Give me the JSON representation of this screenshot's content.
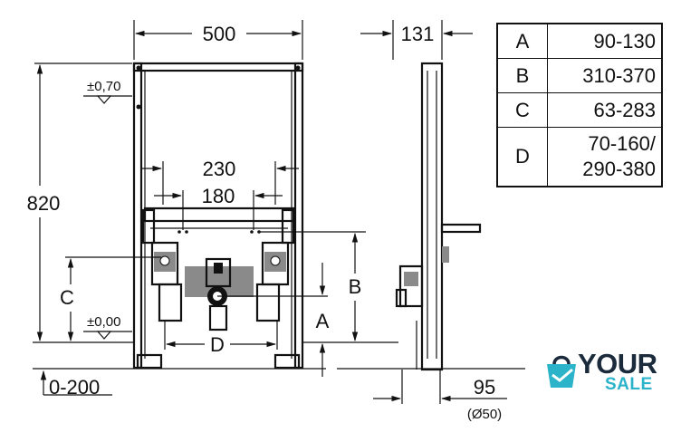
{
  "dimensions": {
    "width_total": "500",
    "depth": "131",
    "height": "820",
    "inner_230": "230",
    "inner_180": "180",
    "level_top": "±0,70",
    "level_bottom": "±0,00",
    "label_a": "A",
    "label_b": "B",
    "label_c": "C",
    "label_d": "D",
    "floor_adjust": "0-200",
    "drain_offset": "95",
    "drain_diameter": "(Ø50)"
  },
  "table": {
    "rows": [
      {
        "key": "A",
        "value": "90-130"
      },
      {
        "key": "B",
        "value": "310-370"
      },
      {
        "key": "C",
        "value": "63-283"
      },
      {
        "key": "D",
        "value_line1": "70-160/",
        "value_line2": "290-380"
      }
    ]
  },
  "logo": {
    "word1": "YOUR",
    "word2": "SALE",
    "color_dark": "#1b2b3c",
    "color_accent": "#2bb3c9"
  }
}
